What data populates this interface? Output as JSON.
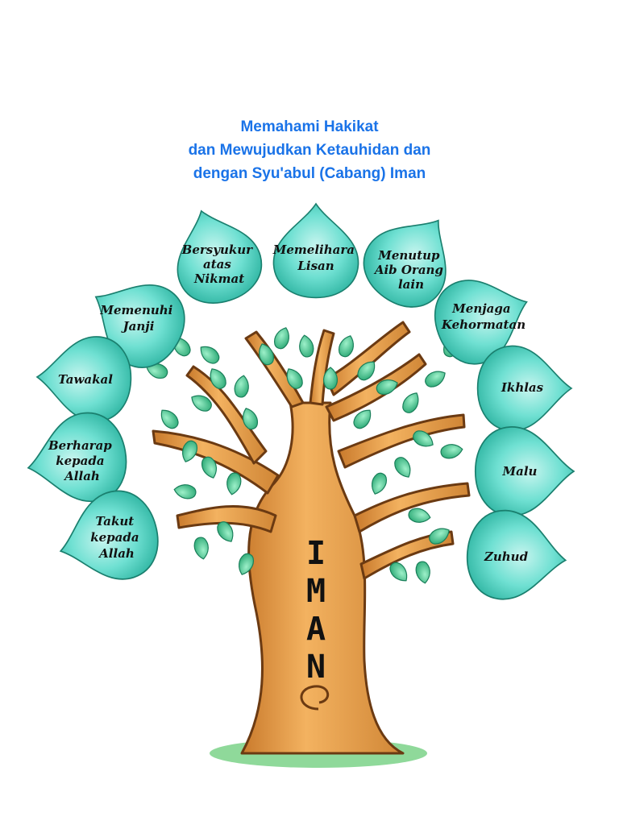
{
  "title": {
    "line1": "Memahami Hakikat",
    "line2": "dan Mewujudkan Ketauhidan dan",
    "line3": "dengan Syu'abul (Cabang) Iman"
  },
  "trunk": {
    "letters": [
      "I",
      "M",
      "A",
      "N"
    ]
  },
  "leaves": [
    {
      "lines": [
        "Bersyukur",
        "atas",
        "Nikmat"
      ]
    },
    {
      "lines": [
        "Memelihara",
        "Lisan"
      ]
    },
    {
      "lines": [
        "Menutup",
        "Aib Orang",
        "lain"
      ]
    },
    {
      "lines": [
        "Memenuhi",
        "Janji"
      ]
    },
    {
      "lines": [
        "Menjaga",
        "Kehormatan"
      ]
    },
    {
      "lines": [
        "Tawakal"
      ]
    },
    {
      "lines": [
        "Ikhlas"
      ]
    },
    {
      "lines": [
        "Berharap",
        "kepada",
        "Allah"
      ]
    },
    {
      "lines": [
        "Malu"
      ]
    },
    {
      "lines": [
        "Takut",
        "kepada",
        "Allah"
      ]
    },
    {
      "lines": [
        "Zuhud"
      ]
    }
  ],
  "colors": {
    "title": "#1a73e8",
    "leaf_fill": "#4fd6c4",
    "leaf_stroke": "#1a7f6e",
    "small_leaf": "#3cc08f",
    "trunk": "#e8a04a",
    "trunk_outline": "#6b3a12"
  }
}
